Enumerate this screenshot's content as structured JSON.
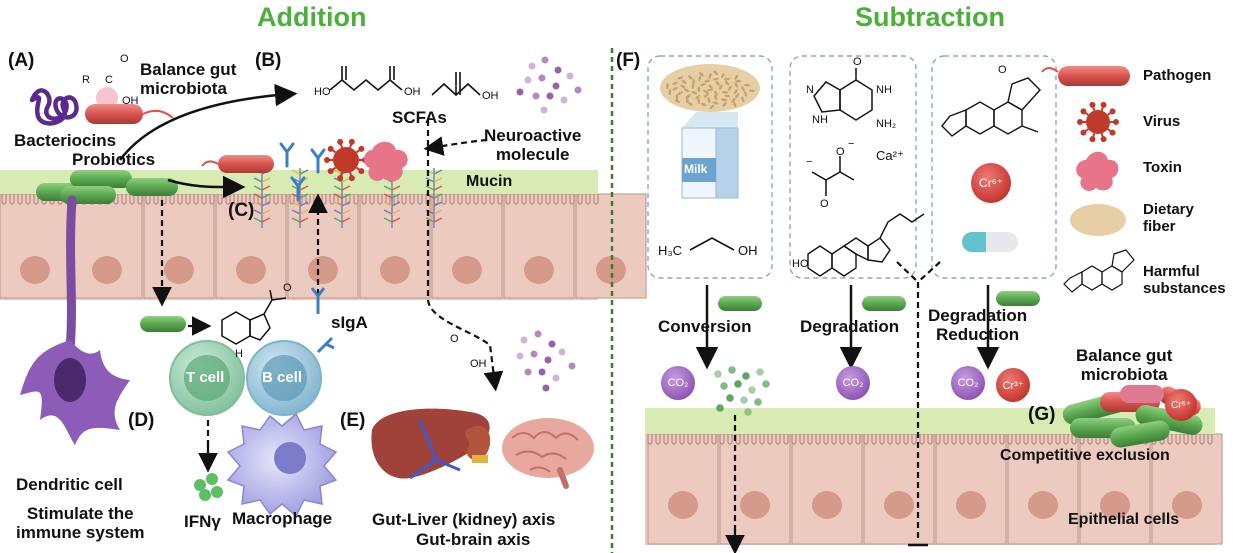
{
  "headings": {
    "addition": "Addition",
    "subtraction": "Subtraction"
  },
  "panels": {
    "a": "(A)",
    "b": "(B)",
    "c": "(C)",
    "d": "(D)",
    "e": "(E)",
    "f": "(F)",
    "g": "(G)"
  },
  "addition": {
    "balance_gut_microbiota": "Balance gut\nmicrobiota",
    "bacteriocins": "Bacteriocins",
    "probiotics": "Probiotics",
    "scfas": "SCFAs",
    "neuroactive_molecule": "Neuroactive\nmolecule",
    "mucin": "Mucin",
    "siga": "sIgA",
    "t_cell": "T cell",
    "b_cell": "B cell",
    "dendritic_cell": "Dendritic cell",
    "stimulate_immune": "Stimulate the\nimmune system",
    "ifn_gamma": "IFNγ",
    "macrophage": "Macrophage",
    "gut_liver_axis": "Gut-Liver (kidney) axis",
    "gut_brain_axis": "Gut-brain axis"
  },
  "chemistry": {
    "r_group": "R",
    "c_atom": "C",
    "oh_group": "OH",
    "o_atom": "O",
    "h_atom": "H",
    "ho_group": "HO",
    "nh_group": "NH",
    "n_atom": "N",
    "nh2_group": "NH₂",
    "calcium": "Ca²⁺",
    "ch3": "H₃C",
    "co2": "CO₂",
    "cr6": "Cr⁶⁺",
    "cr3": "Cr³⁺",
    "minus": "−"
  },
  "subtraction": {
    "milk": "Milk",
    "conversion": "Conversion",
    "degradation": "Degradation",
    "degradation_reduction": "Degradation\nReduction",
    "balance_gut_microbiota": "Balance gut\nmicrobiota",
    "competitive_exclusion": "Competitive exclusion",
    "epithelial_cells": "Epithelial cells"
  },
  "legend": [
    {
      "icon": "pathogen-icon",
      "label": "Pathogen"
    },
    {
      "icon": "virus-icon",
      "label": "Virus"
    },
    {
      "icon": "toxin-icon",
      "label": "Toxin"
    },
    {
      "icon": "dietary-fiber-icon",
      "label": "Dietary\nfiber"
    },
    {
      "icon": "harmful-substance-icon",
      "label": "Harmful\nsubstances"
    }
  ],
  "colors": {
    "heading": "#4caf3a",
    "probiotic": "#5aa850",
    "pathogen": "#d9534f",
    "virus": "#c0392b",
    "toxin": "#e8748a",
    "mucin": "#d8ebb2",
    "epithelium": "#ecc9bd",
    "nucleus": "#d69a8a",
    "scfa_dot": "#8e5aa8",
    "co2": "#9b59b6",
    "divider": "#3d7a2c"
  }
}
